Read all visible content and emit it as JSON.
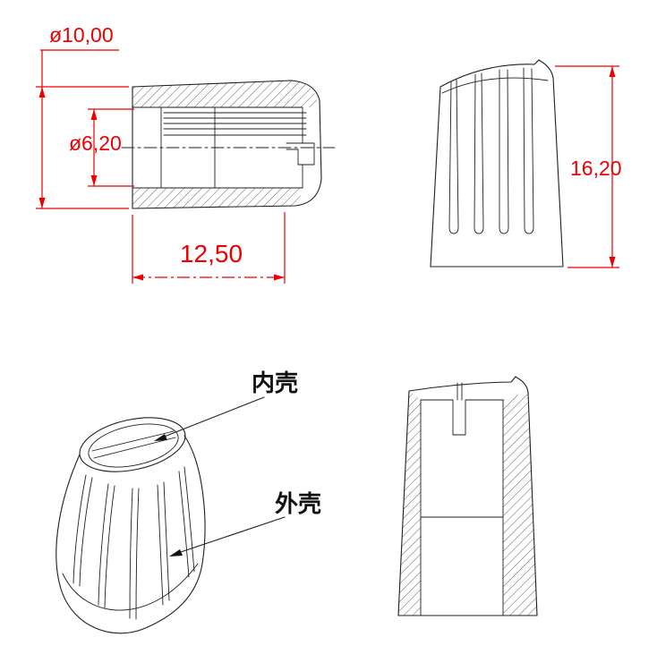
{
  "drawing": {
    "type": "technical-drawing",
    "subject": "potentiometer-knob"
  },
  "dimensions": {
    "outer_diameter": "ø10,00",
    "inner_diameter": "ø6,20",
    "length": "12,50",
    "height": "16,20"
  },
  "labels": {
    "inner_shell": "内壳",
    "outer_shell": "外壳"
  },
  "colors": {
    "dimension_color": "#ec0000",
    "line_color": "#1f1f1f",
    "background": "#ffffff"
  }
}
